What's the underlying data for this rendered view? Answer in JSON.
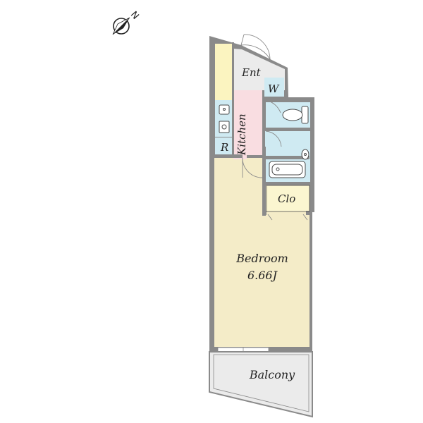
{
  "compass": {
    "label": "N"
  },
  "rooms": {
    "entrance": "Ent",
    "washer": "W",
    "kitchen": "Kitchen",
    "refrigerator": "R",
    "closet": "Clo",
    "bedroom": "Bedroom",
    "bedroom_size": "6.66J",
    "balcony": "Balcony"
  },
  "colors": {
    "wall": "#8a8a8a",
    "bedroom_floor": "#f4ecc8",
    "closet_floor": "#fbf6d0",
    "kitchen_floor": "#f9dde1",
    "wet_area": "#cfeaf2",
    "entrance_floor": "#ebebeb",
    "balcony_floor": "#ebebeb",
    "counter": "#fbf4c0"
  }
}
